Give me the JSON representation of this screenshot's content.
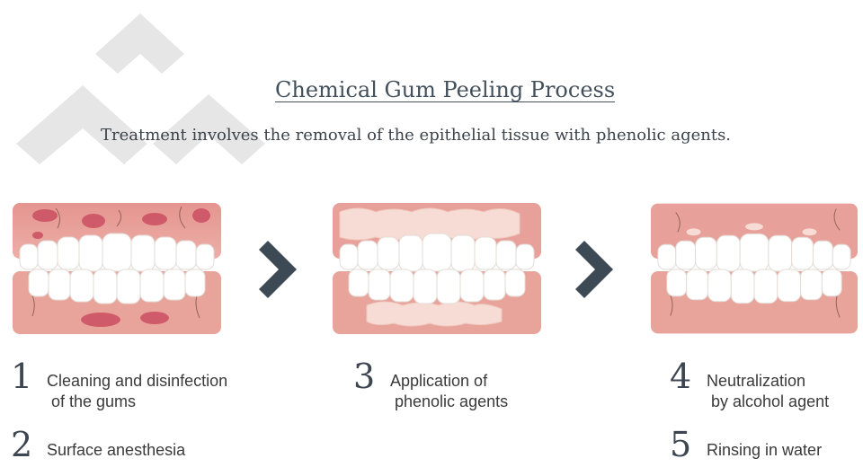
{
  "title": "Chemical Gum Peeling Process",
  "subtitle": "Treatment involves the removal of the epithelial tissue with phenolic agents.",
  "illustrations": [
    {
      "id": "before",
      "state": "inflamed gums"
    },
    {
      "id": "during",
      "state": "phenolic agent applied"
    },
    {
      "id": "after",
      "state": "neutralized gums"
    }
  ],
  "steps": [
    {
      "num": "1",
      "text": "Cleaning and disinfection\n of the gums"
    },
    {
      "num": "2",
      "text": "Surface anesthesia"
    },
    {
      "num": "3",
      "text": "Application of\n phenolic agents"
    },
    {
      "num": "4",
      "text": "Neutralization\n by alcohol agent"
    },
    {
      "num": "5",
      "text": "Rinsing in water"
    }
  ],
  "colors": {
    "gum": "#e8a19a",
    "gum_dark": "#d97e78",
    "lesion": "#c94a5e",
    "agent": "#f6dcd4",
    "tooth": "#ffffff",
    "arrow": "#3d4a55",
    "watermark": "#e6e6e6"
  }
}
